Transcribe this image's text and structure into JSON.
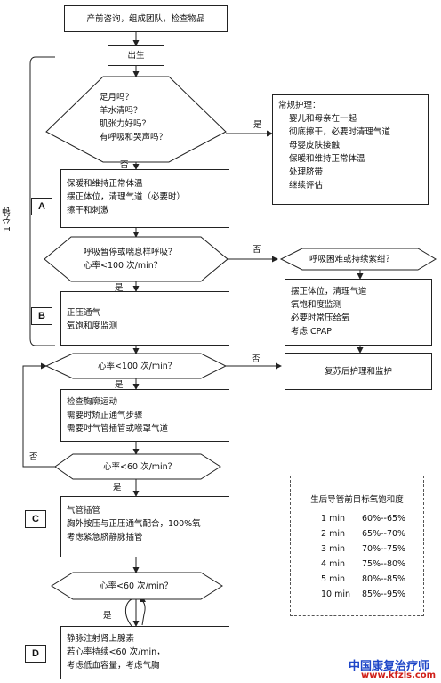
{
  "flowchart": {
    "start_box": "产前咨询，组成团队，检查物品",
    "birth_box": "出生",
    "question1": [
      "足月吗？",
      "羊水清吗？",
      "肌张力好吗？",
      "有呼吸和哭声吗？"
    ],
    "routine_care": [
      "常规护理：",
      "婴儿和母亲在一起",
      "彻底擦干，必要时清理气道",
      "母婴皮肤接触",
      "保暖和维持正常体温",
      "处理脐带",
      "继续评估"
    ],
    "box_a": [
      "保暖和维持正常体温",
      "摆正体位，清理气道（必要时）",
      "擦干和刺激"
    ],
    "question2": [
      "呼吸暂停或喘息样呼吸？",
      "心率<100 次/min？"
    ],
    "question_right": "呼吸困难或持续紫绀？",
    "right_actions": [
      "摆正体位，清理气道",
      "氧饱和度监测",
      "必要时常压给氧",
      "考虑 CPAP"
    ],
    "box_b": [
      "正压通气",
      "氧饱和度监测"
    ],
    "question3": "心率<100 次/min？",
    "post_resus": "复苏后护理和监护",
    "check_box": [
      "检查胸廓运动",
      "需要时矫正通气步骤",
      "需要时气管插管或喉罩气道"
    ],
    "question4": "心率<60 次/min？",
    "box_c": [
      "气管插管",
      "胸外按压与正压通气配合，100%氧",
      "考虑紧急脐静脉插管"
    ],
    "question5": "心率<60 次/min？",
    "box_d": [
      "静脉注射肾上腺素",
      "若心率持续<60 次/min，",
      "考虑低血容量，考虑气胸"
    ],
    "labels": {
      "yes": "是",
      "no": "否",
      "one_minute": "1 分钟",
      "letter_a": "A",
      "letter_b": "B",
      "letter_c": "C",
      "letter_d": "D"
    }
  },
  "spo2_table": {
    "title": "生后导管前目标氧饱和度",
    "rows": [
      {
        "time": "1 min",
        "range": "60%--65%"
      },
      {
        "time": "2 min",
        "range": "65%--70%"
      },
      {
        "time": "3 min",
        "range": "70%--75%"
      },
      {
        "time": "4 min",
        "range": "75%--80%"
      },
      {
        "time": "5 min",
        "range": "80%--85%"
      },
      {
        "time": "10 min",
        "range": "85%--95%"
      }
    ]
  },
  "watermark": {
    "name": "中国康复治疗师",
    "url": "www.kfzls.com",
    "name_color": "#1e46c8",
    "url_color": "#d0201a"
  }
}
